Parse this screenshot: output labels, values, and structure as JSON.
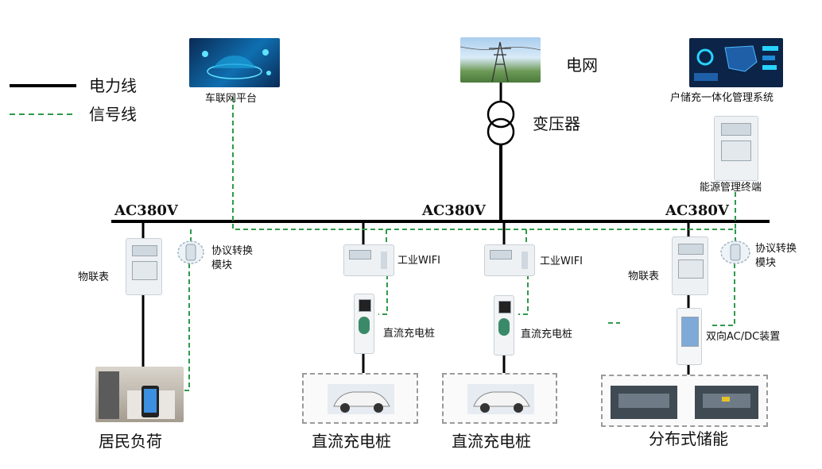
{
  "legend": {
    "power_line": "电力线",
    "signal_line": "信号线"
  },
  "labels": {
    "grid": "电网",
    "transformer": "变压器",
    "iov_platform": "车联网平台",
    "mgmt_system": "户储充一体化管理系统",
    "energy_terminal": "能源管理终端",
    "bus_voltage_left": "AC380V",
    "bus_voltage_mid": "AC380V",
    "bus_voltage_right": "AC380V",
    "iot_meter_left": "物联表",
    "iot_meter_right": "物联表",
    "protocol_module_left": "协议转换模块",
    "protocol_module_right": "协议转换模块",
    "wifi_1": "工业WIFI",
    "wifi_2": "工业WIFI",
    "dc_pile_small_1": "直流充电桩",
    "dc_pile_small_2": "直流充电桩",
    "bidirectional_converter": "双向AC/DC装置",
    "residential_load": "居民负荷",
    "dc_pile_1": "直流充电桩",
    "dc_pile_2": "直流充电桩",
    "distributed_storage": "分布式储能"
  },
  "colors": {
    "power_line": "#000000",
    "signal_line": "#2e9a4a",
    "accent": "#3a8a6a"
  }
}
